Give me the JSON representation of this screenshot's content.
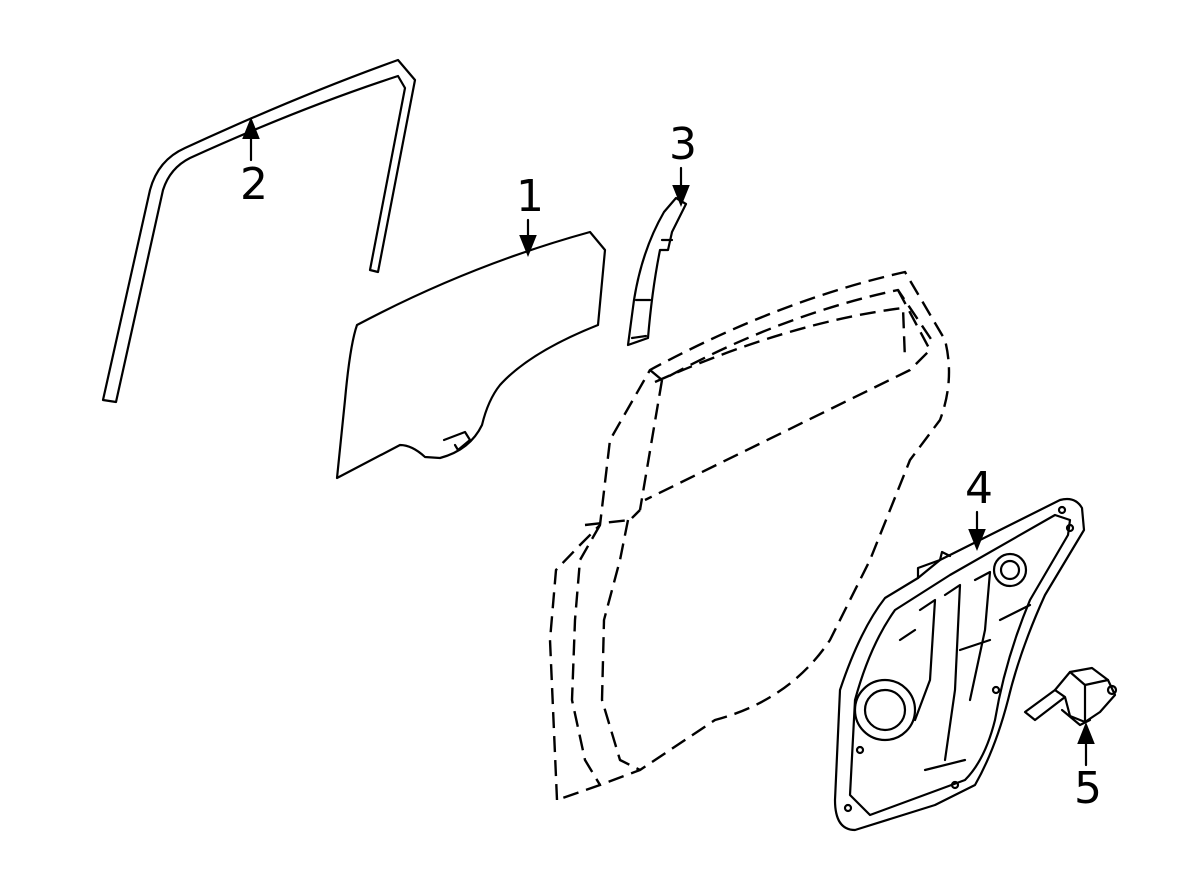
{
  "diagram": {
    "type": "exploded parts diagram",
    "line_color": "#000000",
    "background": "#ffffff",
    "callouts": [
      {
        "id": "1",
        "label": "1"
      },
      {
        "id": "2",
        "label": "2"
      },
      {
        "id": "3",
        "label": "3"
      },
      {
        "id": "4",
        "label": "4"
      },
      {
        "id": "5",
        "label": "5"
      }
    ]
  }
}
